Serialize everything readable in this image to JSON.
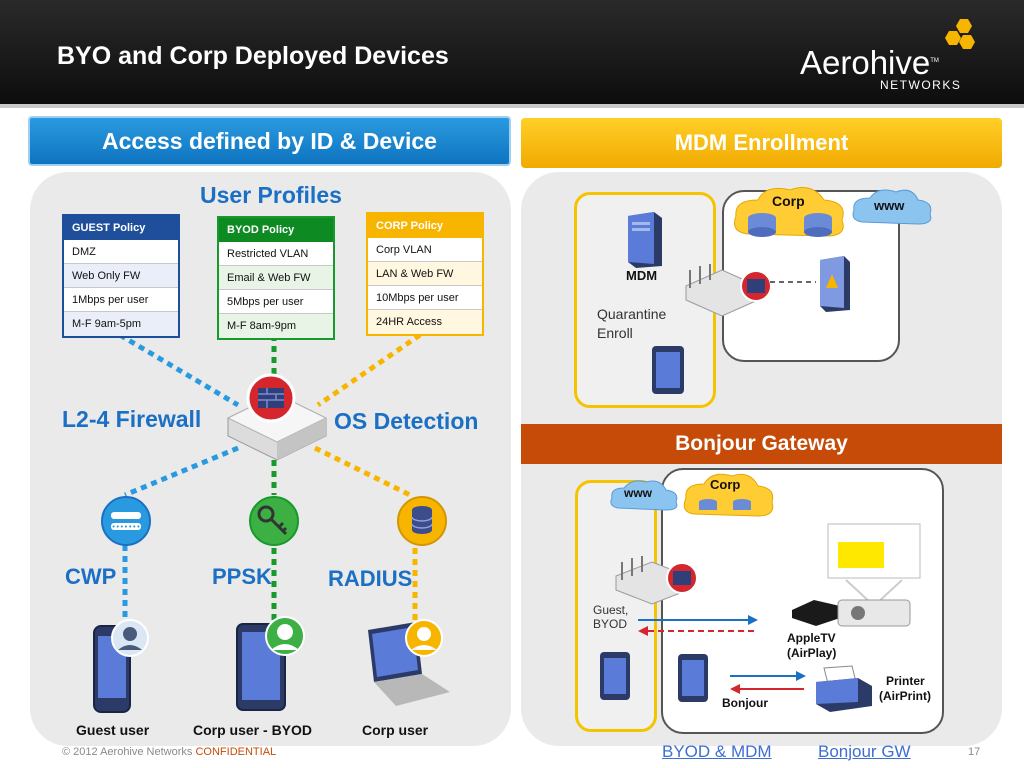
{
  "header": {
    "title": "BYO and Corp Deployed Devices",
    "brand_name": "Aerohive",
    "brand_tm": "TM",
    "brand_sub": "NETWORKS"
  },
  "left": {
    "banner": "Access defined by ID & Device",
    "user_profiles": "User Profiles",
    "policies": [
      {
        "title": "GUEST Policy",
        "items": [
          "DMZ",
          "Web Only FW",
          "1Mbps per user",
          "M-F 9am-5pm"
        ]
      },
      {
        "title": "BYOD Policy",
        "items": [
          "Restricted VLAN",
          "Email & Web FW",
          "5Mbps per user",
          "M-F 8am-9pm"
        ]
      },
      {
        "title": "CORP Policy",
        "items": [
          "Corp VLAN",
          "LAN & Web FW",
          "10Mbps per user",
          "24HR Access"
        ]
      }
    ],
    "firewall_label": "L2-4 Firewall",
    "os_label": "OS Detection",
    "cwp": "CWP",
    "ppsk": "PPSK",
    "radius": "RADIUS",
    "users": [
      "Guest user",
      "Corp user - BYOD",
      "Corp user"
    ]
  },
  "mdm": {
    "banner": "MDM Enrollment",
    "corp": "Corp",
    "www": "www",
    "mdm_label": "MDM",
    "quarantine": "Quarantine",
    "enroll": "Enroll"
  },
  "bonjour": {
    "banner": "Bonjour Gateway",
    "www": "www",
    "corp": "Corp",
    "guest": "Guest,",
    "byod": "BYOD",
    "appletv": "AppleTV",
    "airplay": "(AirPlay)",
    "printer": "Printer",
    "airprint": "(AirPrint)",
    "bonjour": "Bonjour"
  },
  "footer": {
    "copyright": "© 2012 Aerohive Networks",
    "confidential": "CONFIDENTIAL",
    "link1": "BYOD & MDM",
    "link2": "Bonjour GW",
    "page": "17"
  },
  "colors": {
    "blue": "#1b6fc4",
    "yellow": "#f7b500",
    "orange": "#c64b08",
    "green": "#18992b",
    "red": "#d4262c"
  }
}
